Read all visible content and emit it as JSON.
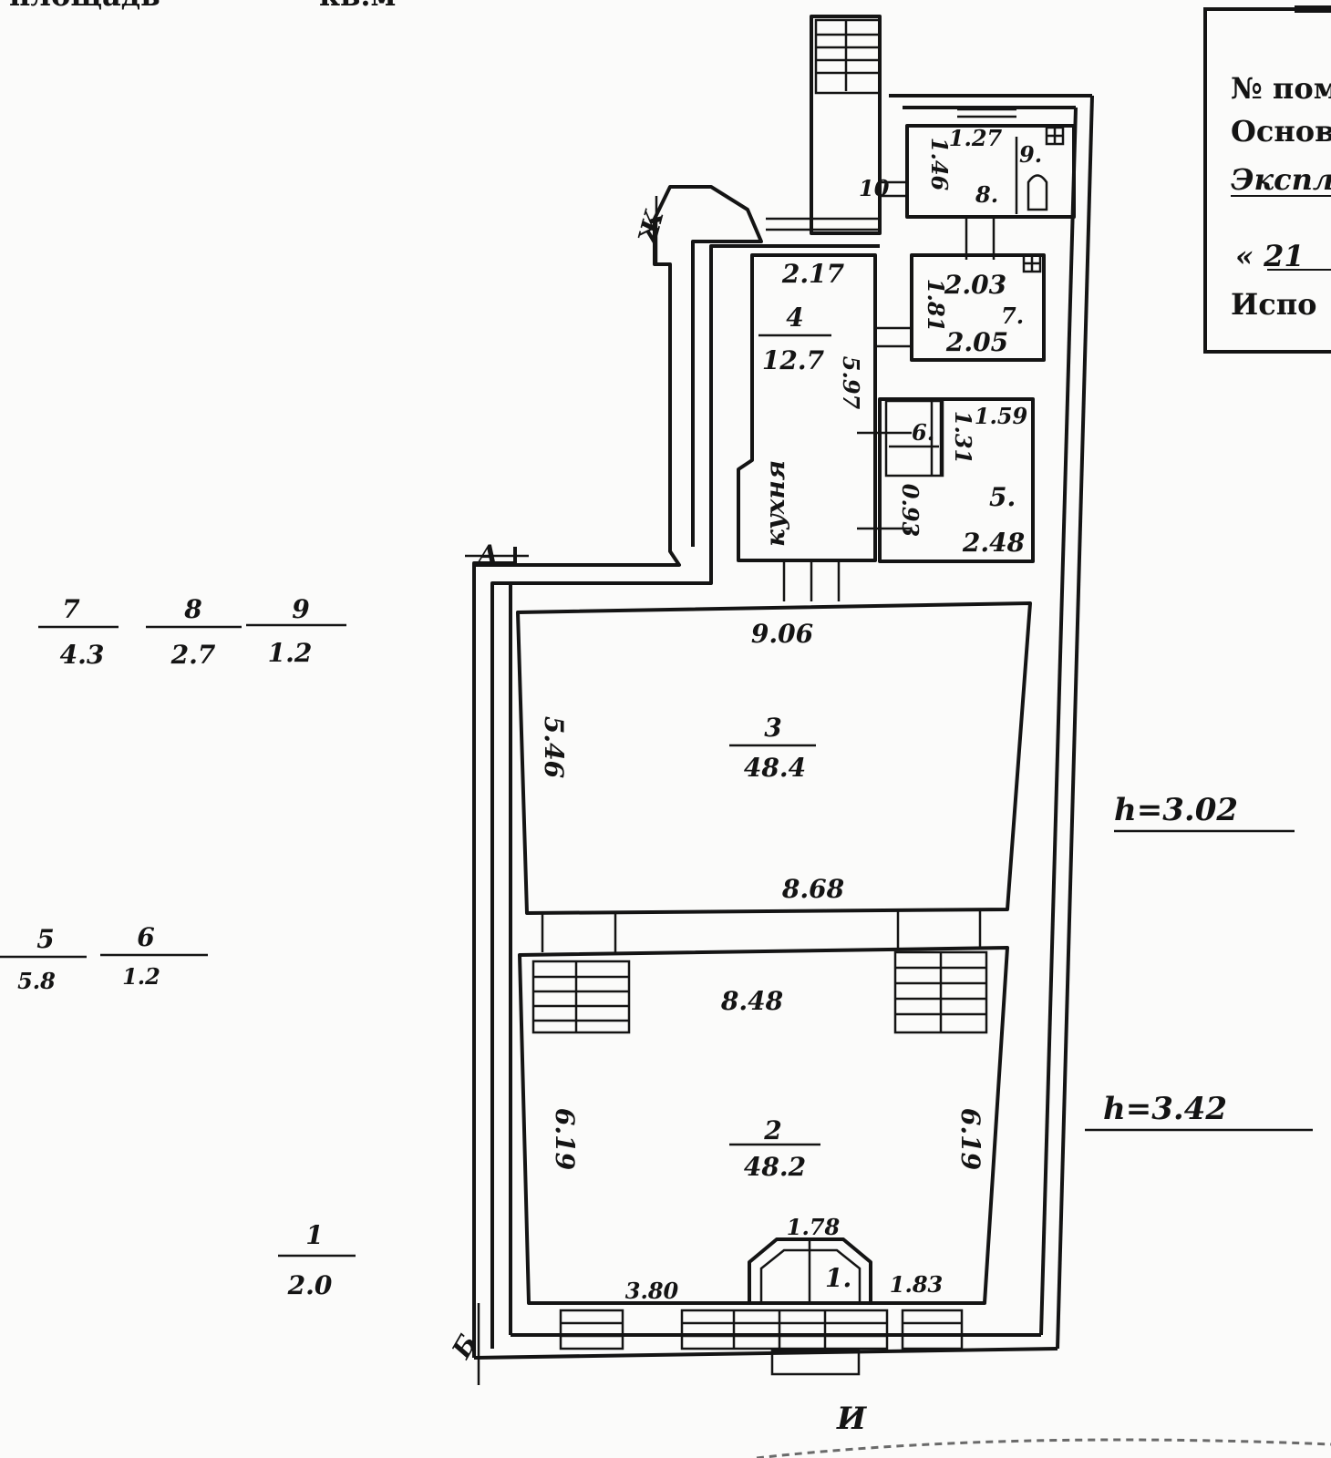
{
  "header_cutoff": {
    "left": "площадь",
    "right": "кв.м"
  },
  "stamp": {
    "line1": "№ пом",
    "line2": "Основ",
    "line3": "Экспл",
    "line4": "« 21",
    "line5": "Испо"
  },
  "legend": {
    "r7": {
      "num": "7",
      "area": "4.3"
    },
    "r8": {
      "num": "8",
      "area": "2.7"
    },
    "r9": {
      "num": "9",
      "area": "1.2"
    },
    "r5": {
      "num": "5",
      "area": "5.8"
    },
    "r6": {
      "num": "6",
      "area": "1.2"
    },
    "r1": {
      "num": "1",
      "area": "2.0"
    }
  },
  "heights": {
    "upper": "h=3.02",
    "lower": "h=3.42"
  },
  "rooms": {
    "r1": "1.",
    "r2": {
      "num": "2",
      "area": "48.2"
    },
    "r3": {
      "num": "3",
      "area": "48.4"
    },
    "r4": {
      "num": "4",
      "area": "12.7"
    },
    "r5": "5.",
    "r6": "6.",
    "r7": "7.",
    "r8": "8.",
    "r9": "9.",
    "r10": "10",
    "r4_name": "кухня"
  },
  "dims": {
    "r3_top": "9.06",
    "r3_bottom": "8.68",
    "r3_side": "5.46",
    "r2_top": "8.48",
    "r2_left": "6.19",
    "r2_right": "6.19",
    "r2_bottom_left": "3.80",
    "r2_bottom_right": "1.83",
    "r1_top": "1.78",
    "r4_top": "2.17",
    "r4_side": "5.97",
    "r7_top": "2.03",
    "r7_bottom": "2.05",
    "r7_side": "1.81",
    "r5_top": "1.59",
    "r5_area": "2.48",
    "r6_side": "1.31",
    "r6_side2": "0.93",
    "r8_top": "1.27",
    "r8_side": "1.46"
  },
  "axes": {
    "a": "А",
    "b": "Б",
    "i": "И",
    "zh": "Ж"
  }
}
